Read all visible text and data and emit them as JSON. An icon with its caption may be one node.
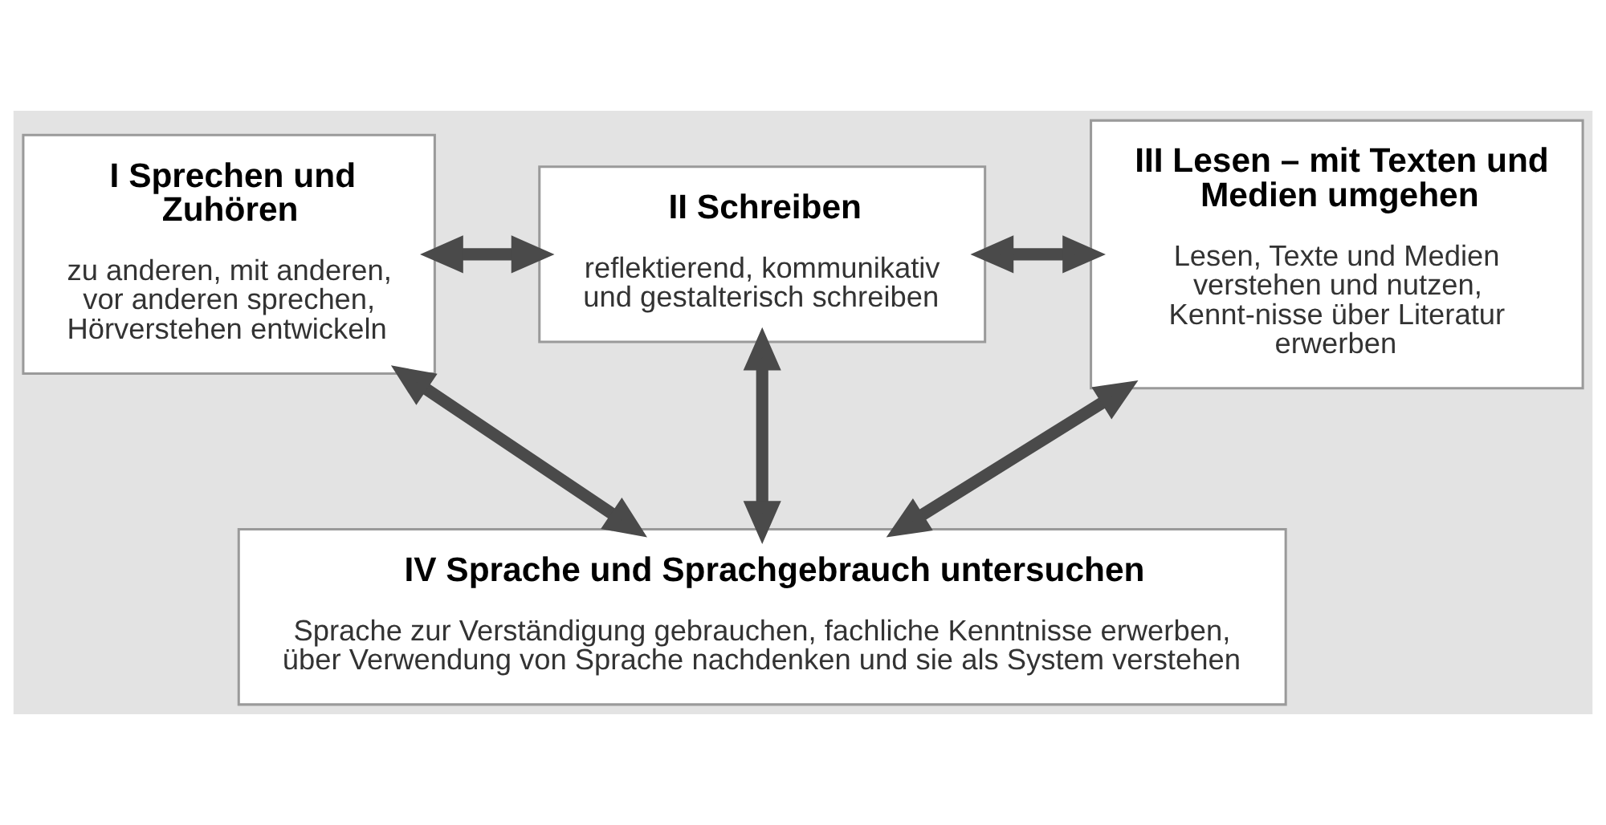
{
  "diagram": {
    "nodes": [
      {
        "text": [
          "I Sprechen und Zuhören",
          "zu anderen, mit anderen, vor anderen sprechen, Hörverstehen entwickeln"
        ]
      },
      {
        "text": [
          "II Schreiben",
          "reflektierend, kommunikativ und gestalterisch schreiben"
        ]
      },
      {
        "text": [
          "III Lesen – mit Texten und Medien umgehen",
          "Lesen, Texte und Medien verstehen und nutzen, Kennt-nisse über Literatur erwerben"
        ]
      },
      {
        "text": [
          "IV Sprache und Sprachgebrauch untersuchen",
          "Sprache zur Verständigung gebrauchen, fachliche Kenntnisse erwerben, über Verwendung von Sprache nachdenken und sie als System verstehen"
        ]
      }
    ],
    "edges": [
      {
        "from": 0,
        "to": 1,
        "arrow": "both"
      },
      {
        "from": 1,
        "to": 2,
        "arrow": "both"
      },
      {
        "from": 0,
        "to": 3,
        "arrow": "both"
      },
      {
        "from": 1,
        "to": 3,
        "arrow": "both"
      },
      {
        "from": 2,
        "to": 3,
        "arrow": "both"
      }
    ]
  }
}
